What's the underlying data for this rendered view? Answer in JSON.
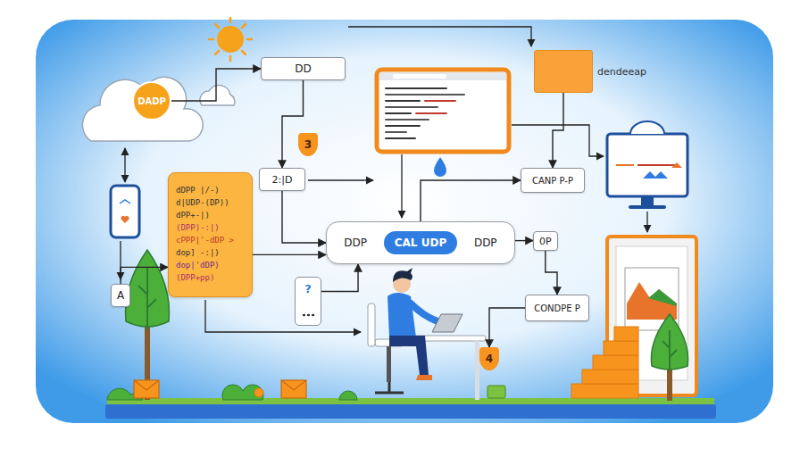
{
  "diagram": {
    "nodes": [
      {
        "text": [
          "DADP"
        ]
      },
      {
        "text": [
          "DD"
        ]
      },
      {
        "text": [
          "dendeeap"
        ]
      },
      {
        "text": [
          "3"
        ]
      },
      {
        "text": [
          "2:|D"
        ]
      },
      {
        "text": [
          "CANP P-P"
        ]
      },
      {
        "text": [
          "dDPP |/-)",
          "d|UDP-(DP))",
          "dPP+-|)",
          "(DPP)-:|)",
          "cPPP|'-dDP >",
          "dop] -:|)",
          "dop|'dDP)",
          "(DPP+pp)"
        ]
      },
      {
        "text": [
          "DDP",
          "DDP"
        ]
      },
      {
        "text": [
          "CAL UDP"
        ],
        "in": 7
      },
      {
        "text": [
          "0P"
        ]
      },
      {
        "text": [
          "A"
        ]
      },
      {
        "text": [
          "?"
        ]
      },
      {
        "text": [
          "CONDPE P"
        ]
      },
      {
        "text": [
          "4"
        ]
      }
    ],
    "edges": [
      {
        "from": 0,
        "to": 1,
        "arrow": "to"
      },
      {
        "from": 1,
        "to": 4,
        "arrow": "to"
      },
      {
        "from": 4,
        "to": 7,
        "arrow": "to"
      },
      {
        "from": 6,
        "to": 7,
        "arrow": "to"
      },
      {
        "from": 7,
        "to": 5,
        "arrow": "to"
      },
      {
        "from": 7,
        "to": 9,
        "arrow": "to"
      },
      {
        "from": 11,
        "to": 7,
        "arrow": "to"
      },
      {
        "from": 9,
        "to": 12,
        "arrow": "to"
      },
      {
        "from": 2,
        "to": 5,
        "arrow": "to"
      },
      {
        "from": 10,
        "to": 6,
        "arrow": "to"
      },
      {
        "from": 12,
        "to": 13,
        "arrow": "to"
      }
    ]
  }
}
